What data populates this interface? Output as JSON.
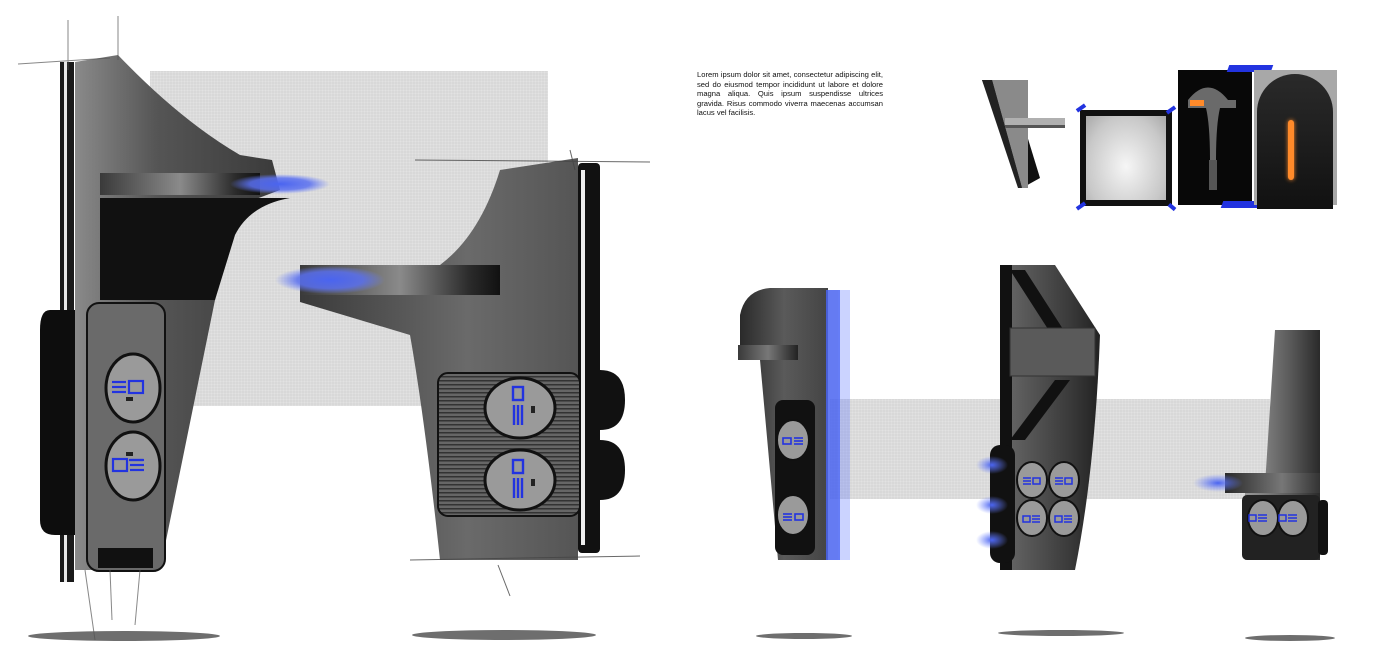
{
  "page": {
    "caption": "Lorem ipsum dolor sit amet, consectetur adipiscing elit, sed do eiusmod tempor incididunt ut labore et dolore magna aliqua. Quis ipsum suspendisse ultrices gravida. Risus commodo viverra maecenas accumsan lacus vel facilisis."
  },
  "colors": {
    "accent_blue": "#2233e0",
    "glow_blue": "#4a64f0",
    "hull_dark": "#2a2a2a",
    "hull_mid": "#6a6a6a",
    "panel_gray": "#9a9a9a",
    "backdrop_gray": "#d8d8d8",
    "thruster_orange": "#ff8a2a"
  },
  "references": [
    {
      "name": "blockout-model",
      "label": "grey block model"
    },
    {
      "name": "surface-render",
      "label": "white curved panel render"
    },
    {
      "name": "lamp-object",
      "label": "dark mechanical lamp with orange light"
    },
    {
      "name": "helmet-visor",
      "label": "dark helmet with orange visor strip"
    }
  ],
  "ships": [
    {
      "name": "ship-large-left",
      "glyph_count": 2,
      "has_blue_thruster": true
    },
    {
      "name": "ship-large-right",
      "glyph_count": 2,
      "has_blue_thruster": true
    },
    {
      "name": "ship-small-1",
      "glyph_count": 2,
      "has_blue_light_strip": true
    },
    {
      "name": "ship-small-2",
      "glyph_count": 4,
      "has_blue_thruster": true
    },
    {
      "name": "ship-small-3",
      "glyph_count": 2,
      "has_blue_thruster": true
    }
  ]
}
